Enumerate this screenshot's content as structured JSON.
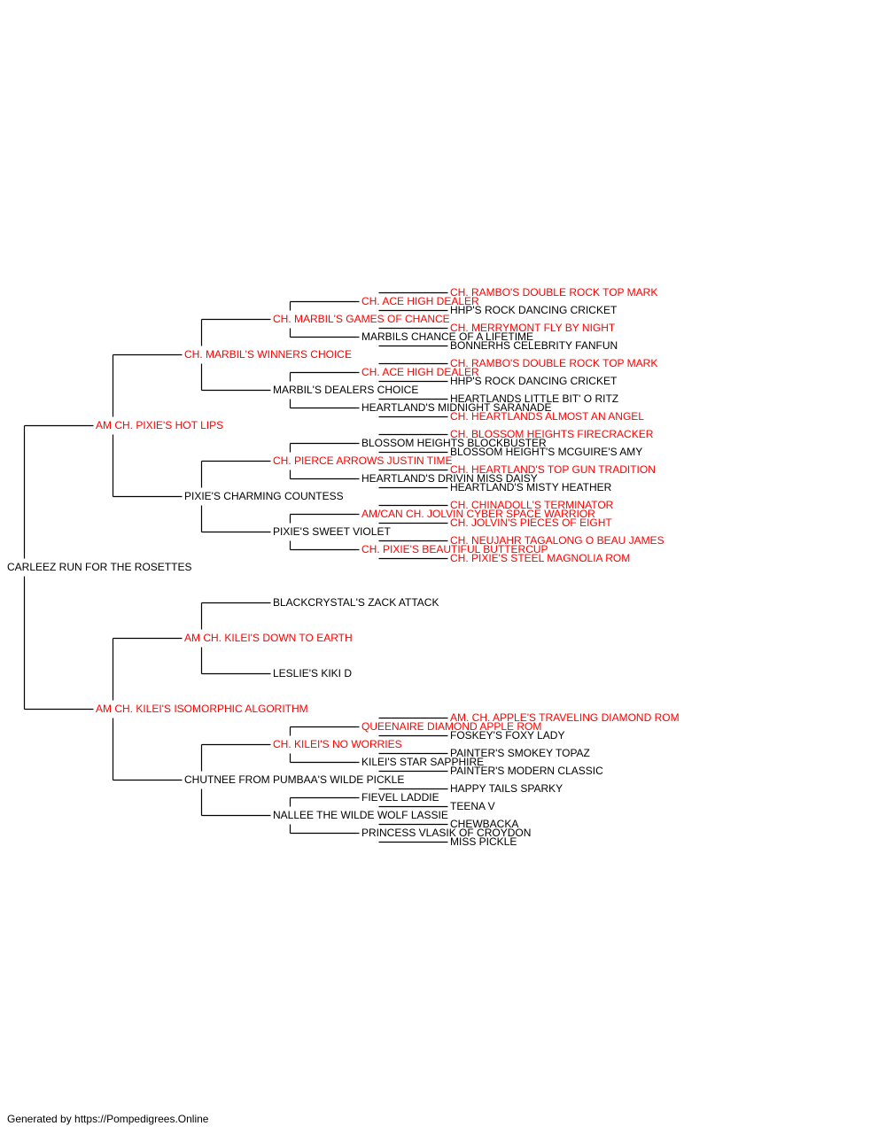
{
  "footer": "Generated by https://Pompedigrees.Online",
  "colors": {
    "champion": "#ff0000",
    "normal": "#000000",
    "line": "#000000"
  },
  "pedigree": {
    "name": "CARLEEZ RUN FOR THE ROSETTES",
    "champion": false,
    "sire": {
      "name": "AM CH. PIXIE'S HOT LIPS",
      "champion": true,
      "sire": {
        "name": "CH. MARBIL'S WINNERS CHOICE",
        "champion": true,
        "sire": {
          "name": "CH. MARBIL'S GAMES OF CHANCE",
          "champion": true,
          "sire": {
            "name": "CH. ACE HIGH DEALER",
            "champion": true,
            "sire": {
              "name": "CH. RAMBO'S DOUBLE ROCK TOP MARK",
              "champion": true
            },
            "dam": {
              "name": "HHP'S ROCK DANCING CRICKET",
              "champion": false
            }
          },
          "dam": {
            "name": "MARBILS CHANCE OF A LIFETIME",
            "champion": false,
            "sire": {
              "name": "CH. MERRYMONT FLY BY NIGHT",
              "champion": true
            },
            "dam": {
              "name": "BONNERHS CELEBRITY FANFUN",
              "champion": false
            }
          }
        },
        "dam": {
          "name": "MARBIL'S DEALERS CHOICE",
          "champion": false,
          "sire": {
            "name": "CH. ACE HIGH DEALER",
            "champion": true,
            "sire": {
              "name": "CH. RAMBO'S DOUBLE ROCK TOP MARK",
              "champion": true
            },
            "dam": {
              "name": "HHP'S ROCK DANCING CRICKET",
              "champion": false
            }
          },
          "dam": {
            "name": "HEARTLAND'S MIDNIGHT SARANADE",
            "champion": false,
            "sire": {
              "name": "HEARTLANDS LITTLE BIT' O RITZ",
              "champion": false
            },
            "dam": {
              "name": "CH. HEARTLANDS ALMOST AN ANGEL",
              "champion": true
            }
          }
        }
      },
      "dam": {
        "name": "PIXIE'S CHARMING COUNTESS",
        "champion": false,
        "sire": {
          "name": "CH. PIERCE ARROWS JUSTIN TIME",
          "champion": true,
          "sire": {
            "name": "BLOSSOM HEIGHTS BLOCKBUSTER",
            "champion": false,
            "sire": {
              "name": "CH. BLOSSOM HEIGHTS FIRECRACKER",
              "champion": true
            },
            "dam": {
              "name": "BLOSSOM HEIGHT'S MCGUIRE'S AMY",
              "champion": false
            }
          },
          "dam": {
            "name": "HEARTLAND'S DRIVIN MISS DAISY",
            "champion": false,
            "sire": {
              "name": "CH. HEARTLAND'S TOP GUN TRADITION",
              "champion": true
            },
            "dam": {
              "name": "HEARTLAND'S MISTY HEATHER",
              "champion": false
            }
          }
        },
        "dam": {
          "name": "PIXIE'S SWEET VIOLET",
          "champion": false,
          "sire": {
            "name": "AM/CAN CH. JOLVIN CYBER SPACE WARRIOR",
            "champion": true,
            "sire": {
              "name": "CH. CHINADOLL'S TERMINATOR",
              "champion": true
            },
            "dam": {
              "name": "CH. JOLVIN'S PIECES OF EIGHT",
              "champion": true
            }
          },
          "dam": {
            "name": "CH. PIXIE'S BEAUTIFUL BUTTERCUP",
            "champion": true,
            "sire": {
              "name": "CH. NEUJAHR TAGALONG O BEAU JAMES",
              "champion": true
            },
            "dam": {
              "name": "CH. PIXIE'S STEEL MAGNOLIA ROM",
              "champion": true
            }
          }
        }
      }
    },
    "dam": {
      "name": "AM CH. KILEI'S ISOMORPHIC ALGORITHM",
      "champion": true,
      "sire": {
        "name": "AM CH. KILEI'S DOWN TO EARTH",
        "champion": true,
        "sire": {
          "name": "BLACKCRYSTAL'S ZACK ATTACK",
          "champion": false
        },
        "dam": {
          "name": "LESLIE'S KIKI D",
          "champion": false
        }
      },
      "dam": {
        "name": "CHUTNEE FROM PUMBAA'S WILDE PICKLE",
        "champion": false,
        "sire": {
          "name": "CH. KILEI'S NO WORRIES",
          "champion": true,
          "sire": {
            "name": "QUEENAIRE DIAMOND APPLE ROM",
            "champion": true,
            "sire": {
              "name": "AM. CH. APPLE'S TRAVELING DIAMOND ROM",
              "champion": true
            },
            "dam": {
              "name": "FOSKEY'S FOXY LADY",
              "champion": false
            }
          },
          "dam": {
            "name": "KILEI'S STAR SAPPHIRE",
            "champion": false,
            "sire": {
              "name": "PAINTER'S SMOKEY TOPAZ",
              "champion": false
            },
            "dam": {
              "name": "PAINTER'S MODERN CLASSIC",
              "champion": false
            }
          }
        },
        "dam": {
          "name": "NALLEE THE WILDE WOLF LASSIE",
          "champion": false,
          "sire": {
            "name": "FIEVEL LADDIE",
            "champion": false,
            "sire": {
              "name": "HAPPY TAILS SPARKY",
              "champion": false
            },
            "dam": {
              "name": "TEENA V",
              "champion": false
            }
          },
          "dam": {
            "name": "PRINCESS VLASIK OF CROYDON",
            "champion": false,
            "sire": {
              "name": "CHEWBACKA",
              "champion": false
            },
            "dam": {
              "name": "MISS PICKLE",
              "champion": false
            }
          }
        }
      }
    }
  }
}
